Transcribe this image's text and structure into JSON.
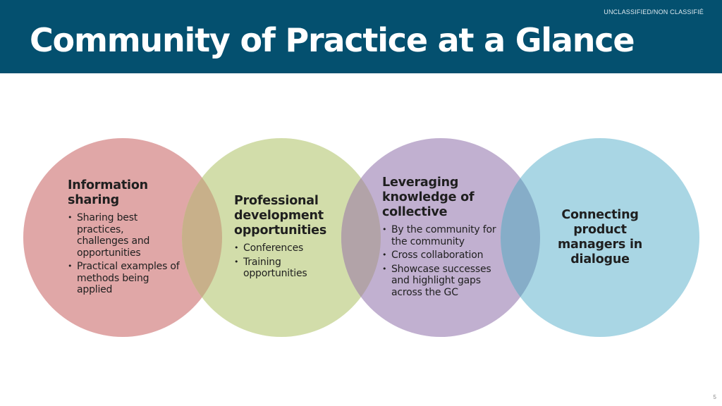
{
  "header": {
    "classification": "UNCLASSIFIED/NON CLASSIFIÉ",
    "title": "Community of Practice at a Glance"
  },
  "colors": {
    "header_bg": "#04506f",
    "circle_1": "#e0a7a7",
    "circle_2": "#d2ddaa",
    "circle_3": "#c1b0d0",
    "circle_4": "#a9d6e4",
    "overlap_1_2": "#c8b08a",
    "overlap_2_3": "#b2a3a8",
    "overlap_3_4": "#86adc8"
  },
  "circles": [
    {
      "heading": "Information sharing",
      "bullets": [
        "Sharing best practices, challenges and opportunities",
        "Practical examples of methods being applied"
      ]
    },
    {
      "heading": "Professional development opportunities",
      "bullets": [
        "Conferences",
        "Training opportunities"
      ]
    },
    {
      "heading": "Leveraging knowledge of collective",
      "bullets": [
        "By the community for the community",
        "Cross collaboration",
        "Showcase successes and highlight gaps across the GC"
      ]
    },
    {
      "heading": "Connecting product managers in dialogue",
      "bullets": []
    }
  ],
  "page_number": "5"
}
